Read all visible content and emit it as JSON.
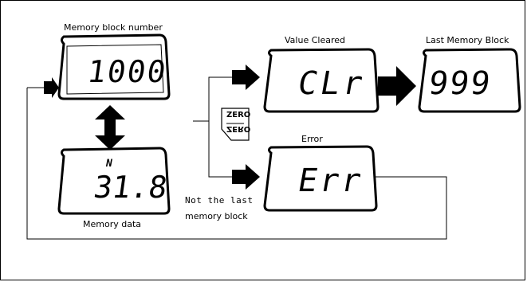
{
  "labels": {
    "memory_block_number": "Memory block number",
    "memory_data": "Memory data",
    "value_cleared": "Value Cleared",
    "last_memory_block": "Last Memory Block",
    "error": "Error",
    "not_last_line1": "Not the last",
    "not_last_line2": "memory block"
  },
  "displays": {
    "block_number": "1000",
    "data_unit": "N",
    "data_value": "31.8",
    "cleared": "CLr",
    "last_block": "999",
    "error": "Err"
  },
  "key": {
    "top": "ZERO",
    "bottom": "ZERO"
  }
}
